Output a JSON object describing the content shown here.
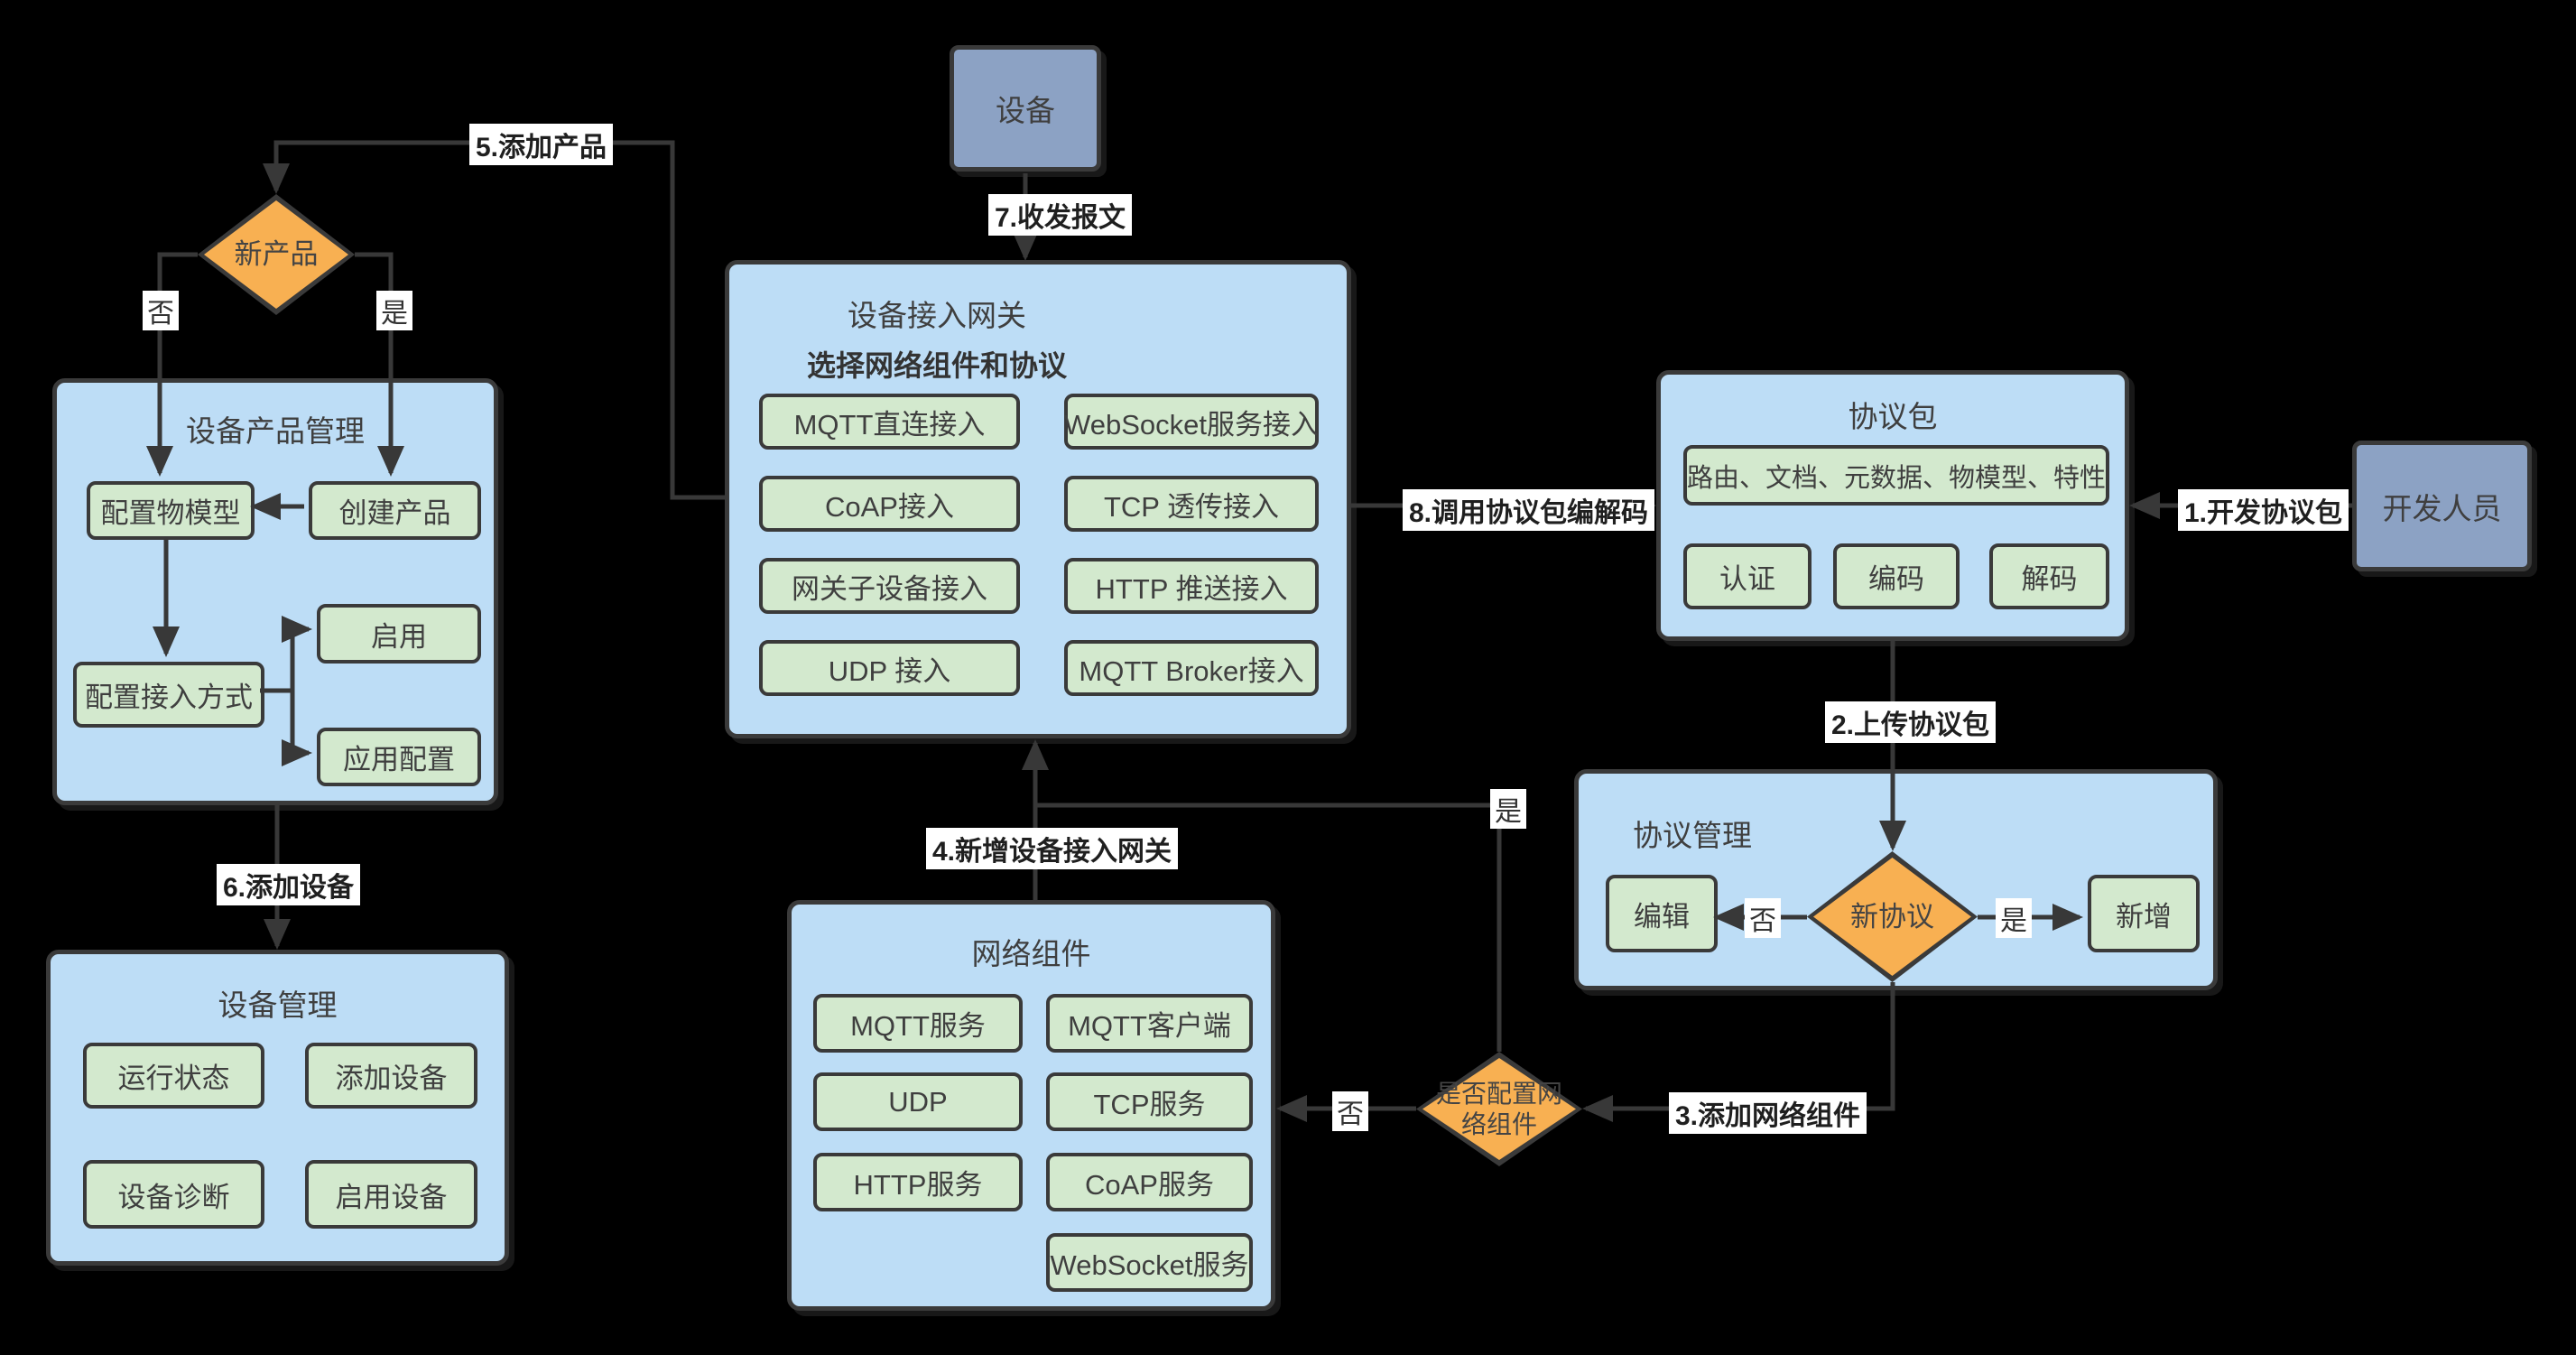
{
  "colors": {
    "canvas-bg": "#000000",
    "container-fill": "#bdddf6",
    "container-border": "#3a3a3a",
    "button-fill": "#d3e9ce",
    "button-border": "#3a3a3a",
    "actor-fill": "#8ca2c4",
    "decision-fill": "#f8b052",
    "line": "#383838",
    "label-bg": "#ffffff",
    "text": "#3f3f3f",
    "label-text": "#1f1f1f"
  },
  "nodes": {
    "device": {
      "label": "设备"
    },
    "gateway": {
      "title": "设备接入网关",
      "subtitle": "选择网络组件和协议",
      "buttons": [
        "MQTT直连接入",
        "WebSocket服务接入",
        "CoAP接入",
        "TCP 透传接入",
        "网关子设备接入",
        "HTTP 推送接入",
        "UDP 接入",
        "MQTT Broker接入"
      ]
    },
    "new_product_decision": {
      "label": "新产品"
    },
    "product_mgmt": {
      "title": "设备产品管理",
      "buttons": [
        "配置物模型",
        "创建产品",
        "配置接入方式",
        "启用",
        "应用配置"
      ]
    },
    "device_mgmt": {
      "title": "设备管理",
      "buttons": [
        "运行状态",
        "添加设备",
        "设备诊断",
        "启用设备"
      ]
    },
    "protocol_pkg": {
      "title": "协议包",
      "buttons": [
        "路由、文档、元数据、物模型、特性",
        "认证",
        "编码",
        "解码"
      ]
    },
    "developer": {
      "label": "开发人员"
    },
    "protocol_mgmt": {
      "title": "协议管理",
      "edit_button": "编辑",
      "decision": "新协议",
      "add_button": "新增"
    },
    "network_decision": {
      "label": "是否配置网\n络组件"
    },
    "network_comp": {
      "title": "网络组件",
      "buttons": [
        "MQTT服务",
        "MQTT客户端",
        "UDP",
        "TCP服务",
        "HTTP服务",
        "CoAP服务",
        "WebSocket服务"
      ]
    }
  },
  "edges": {
    "e1": "1.开发协议包",
    "e2": "2.上传协议包",
    "e3": "3.添加网络组件",
    "e4": "4.新增设备接入网关",
    "e5": "5.添加产品",
    "e6": "6.添加设备",
    "e7": "7.收发报文",
    "e8": "8.调用协议包编解码",
    "yes": "是",
    "no": "否"
  }
}
